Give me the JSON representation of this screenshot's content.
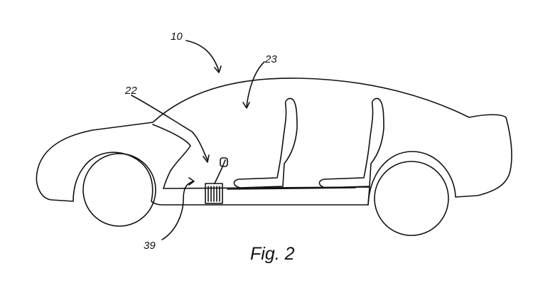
{
  "figure": {
    "caption": "Fig. 2",
    "labels": {
      "vehicle": "10",
      "cabin": "23",
      "assembly": "22",
      "component": "39"
    }
  }
}
